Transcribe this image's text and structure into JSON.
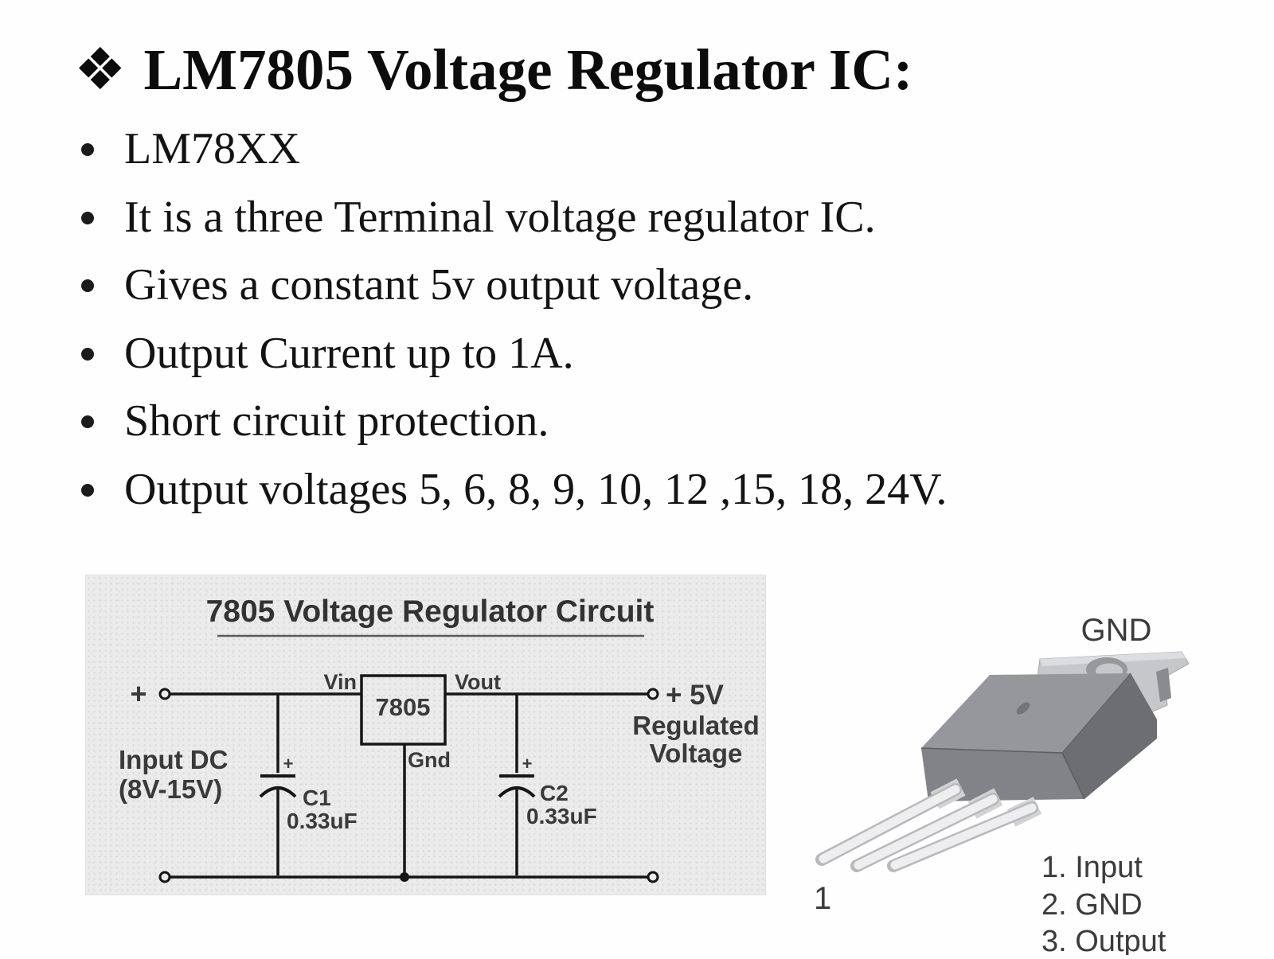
{
  "slide": {
    "title": {
      "marker": "❖",
      "text": "LM7805 Voltage Regulator IC:"
    },
    "bullets": [
      "LM78XX",
      "It is a three Terminal voltage regulator IC.",
      "Gives a constant 5v output voltage.",
      "Output Current up to 1A.",
      "Short circuit protection.",
      "Output voltages 5, 6, 8, 9, 10, 12 ,15, 18, 24V."
    ]
  },
  "circuit": {
    "title": "7805 Voltage Regulator Circuit",
    "labels": {
      "input_plus": "+",
      "vin": "Vin",
      "vout": "Vout",
      "chip": "7805",
      "gnd": "Gnd",
      "out_line1": "+ 5V",
      "out_line2": "Regulated",
      "out_line3": "Voltage",
      "in_line1": "Input DC",
      "in_line2": "(8V-15V)",
      "c1_name": "C1",
      "c1_value": "0.33uF",
      "c1_polarity": "+",
      "c2_name": "C2",
      "c2_value": "0.33uF",
      "c2_polarity": "+"
    },
    "colors": {
      "panel_bg": "#ebebeb",
      "wire": "#161616",
      "text": "#3a3a3a"
    }
  },
  "ic_figure": {
    "gnd_label": "GND",
    "pin_number": "1",
    "pin_list": [
      "1. Input",
      "2. GND",
      "3. Output"
    ],
    "colors": {
      "tab": "#c6c7c9",
      "body_top": "#96979b",
      "body_front": "#828388",
      "body_side": "#6d6e72",
      "pin": "#eeeef0",
      "label": "#3b3b3b"
    }
  }
}
